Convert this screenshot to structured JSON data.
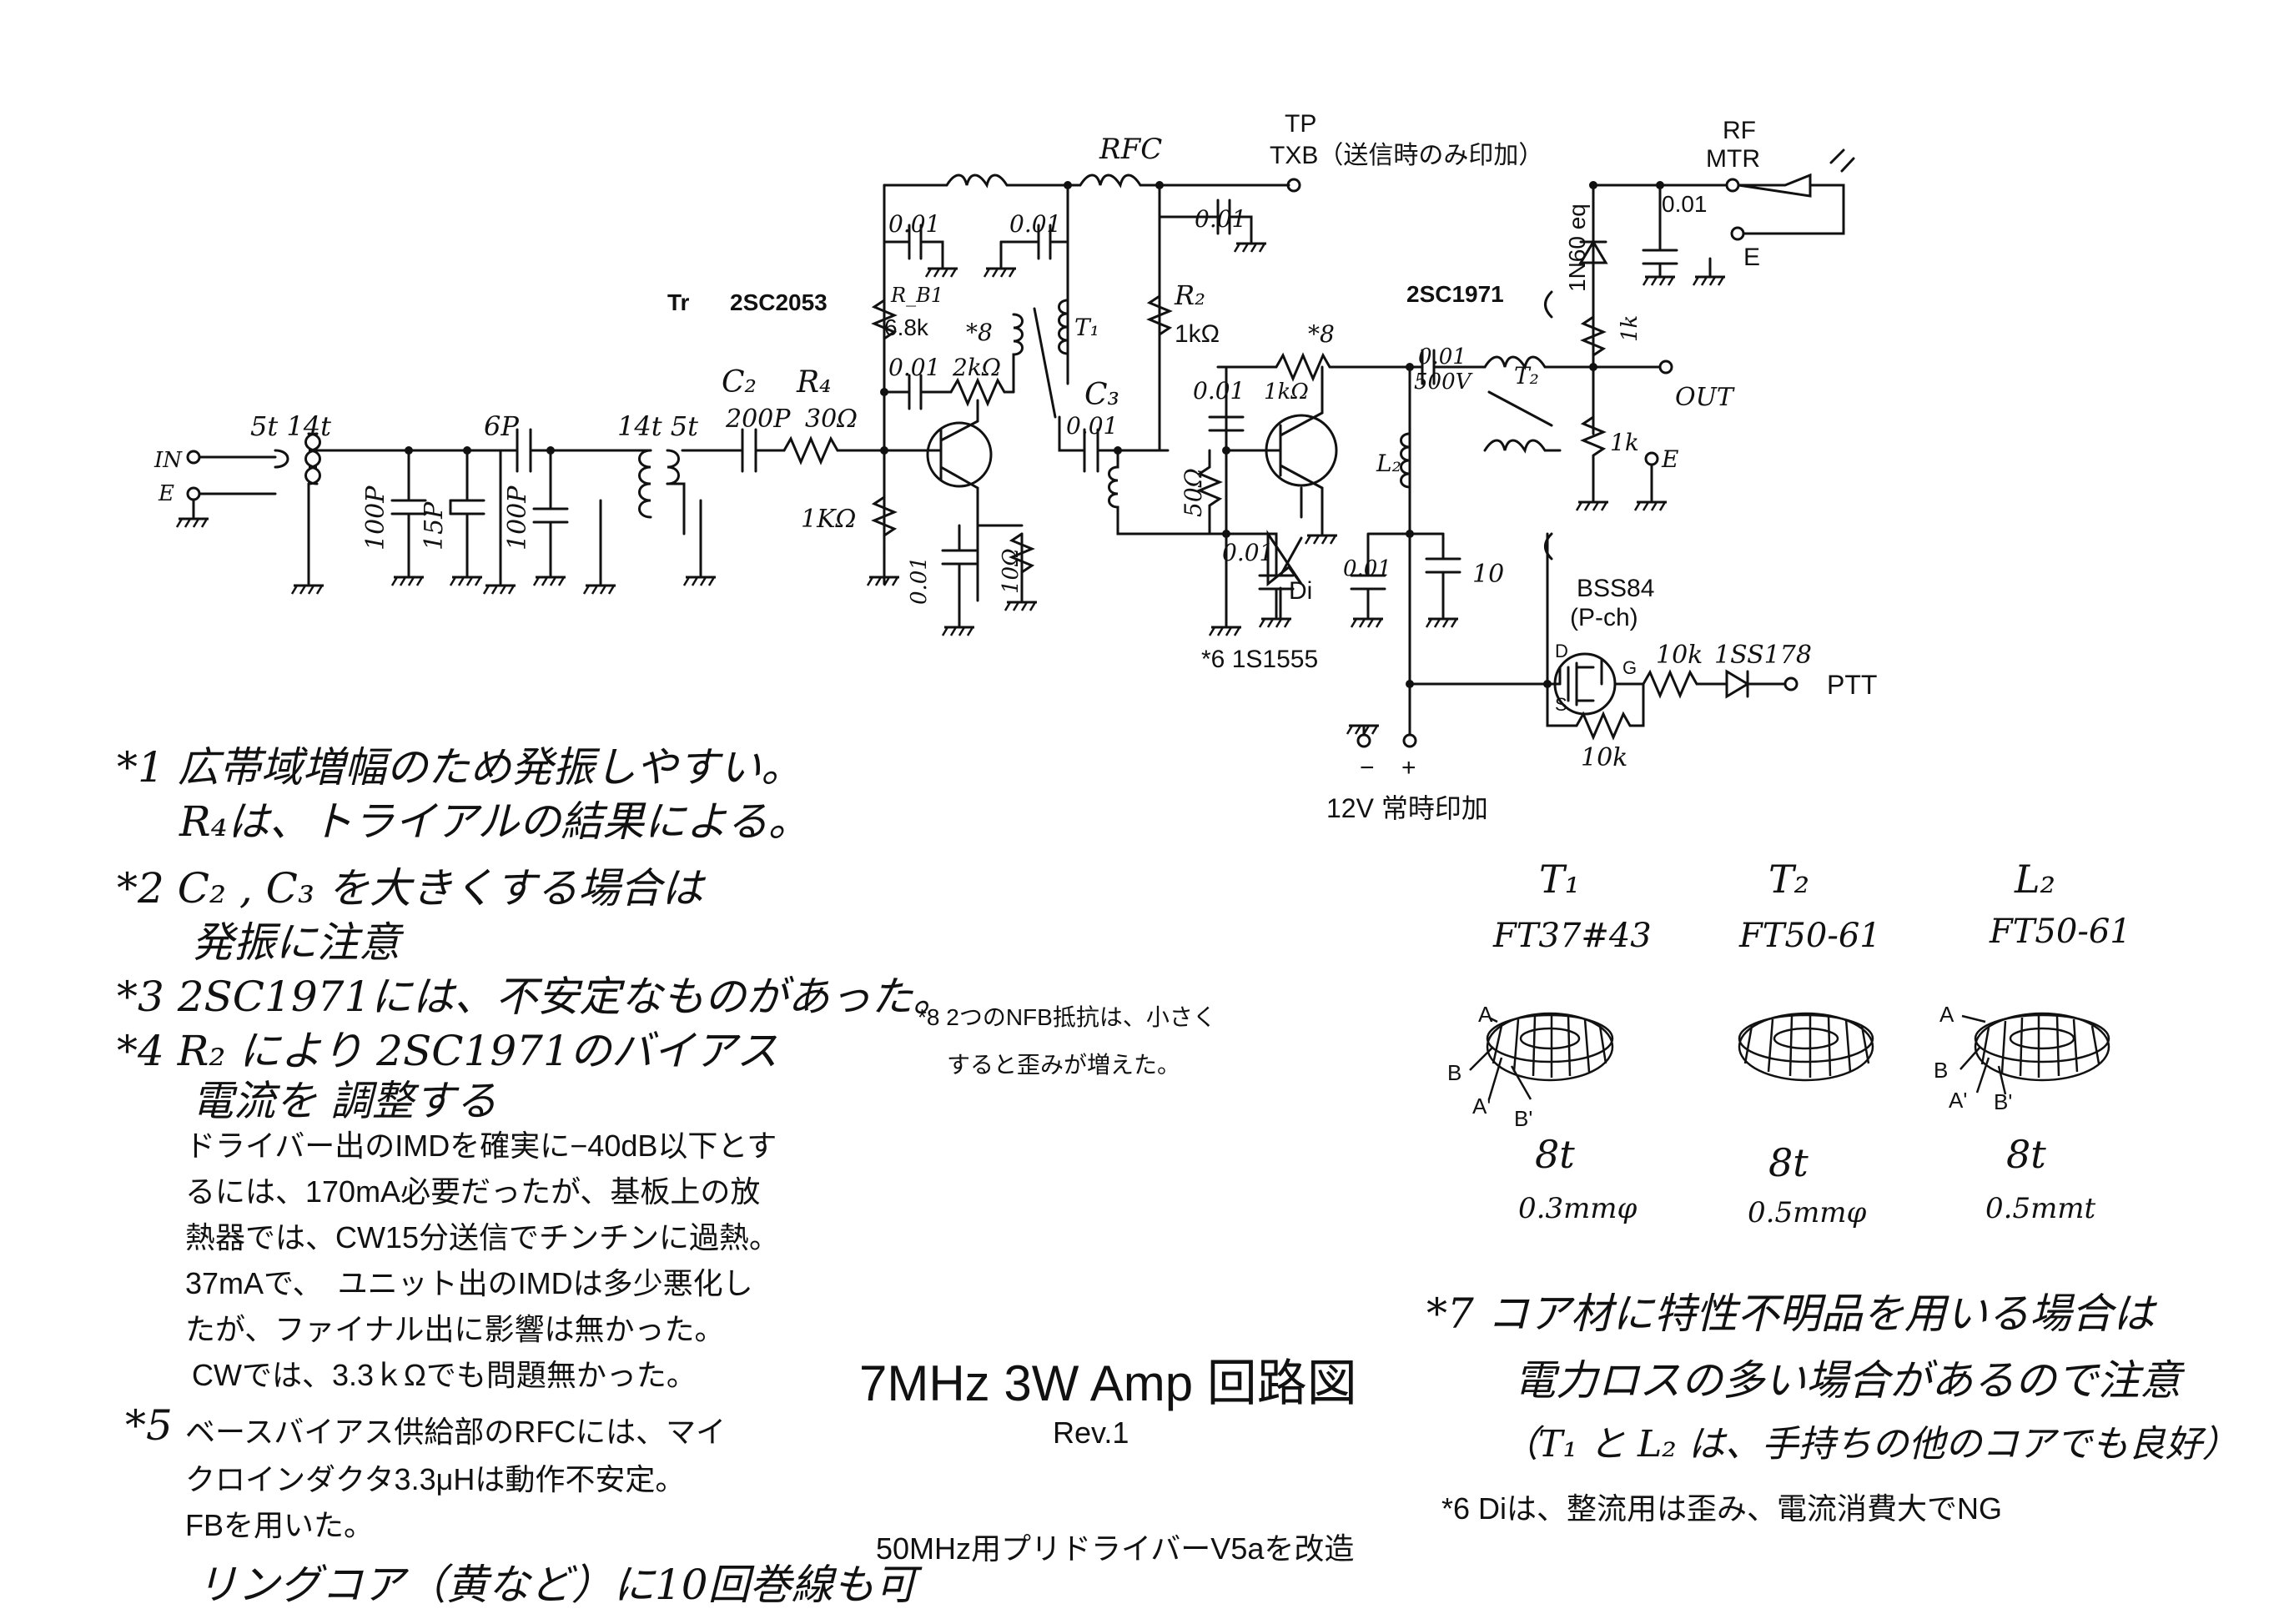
{
  "circuit": {
    "in": "IN",
    "e_in": "E",
    "turns_in": "5t 14t",
    "cap_6p": "6P",
    "cap_100p_a": "100P",
    "cap_15p": "15P",
    "cap_100p_b": "100P",
    "turns_out": "14t  5t",
    "c2": "C₂",
    "r4": "R₄",
    "c2_value": "200P",
    "r4_value": "30Ω",
    "r_1k": "1KΩ",
    "tr_label": "Tr",
    "tr1_part": "2SC2053",
    "rb1": "R_B1",
    "rb1_value": "6.8k",
    "star8_a": "*8",
    "nfb_cap_a": "0.01",
    "nfb_res_a": "2kΩ",
    "t1": "T₁",
    "c3": "C₃",
    "bypass_a": "0.01",
    "bypass_b": "0.01",
    "emit_cap": "0.01",
    "emit_res": "10Ω",
    "c3_value": "0.01",
    "rfc": "RFC",
    "tp": "TP",
    "txb": "TXB（送信時のみ印加）",
    "txb_cap": "0.01",
    "r2": "R₂",
    "r2_value": "1kΩ",
    "star8_b": "*8",
    "nfb_res_b": "1kΩ",
    "nfb_cap_b": "0.01",
    "r_50": "50Ω",
    "tr2_part": "2SC1971",
    "di_cap": "0.01",
    "di": "Di",
    "di_note": "*6  1S1555",
    "out_cap": "0.01",
    "out_cap_v": "500V",
    "t2": "T₂",
    "l2": "L₂",
    "bias_cap": "0.01",
    "elec_cap": "10",
    "out": "OUT",
    "r_out_1k": "1k",
    "e_out": "E",
    "rf": "RF",
    "mtr": "MTR",
    "e_mtr": "E",
    "mtr_cap": "0.01",
    "diode_1n60": "1N60 eq",
    "r_mtr_1k": "1k",
    "fet": "BSS84",
    "fet_type": "(P-ch)",
    "fet_d": "D",
    "fet_g": "G",
    "fet_s": "S",
    "r_10k": "10k",
    "diode_1ss178": "1SS178",
    "ptt": "PTT",
    "r_10k_b": "10k",
    "minus": "−",
    "plus": "+",
    "supply": "12V    常時印加"
  },
  "toroids": {
    "t1": {
      "name": "T₁",
      "core": "FT37#43",
      "turns": "8t",
      "wire": "0.3mmφ"
    },
    "t2": {
      "name": "T₂",
      "core": "FT50-61",
      "turns": "8t",
      "wire": "0.5mmφ"
    },
    "l2": {
      "name": "L₂",
      "core": "FT50-61",
      "turns": "8t",
      "wire": "0.5mmt"
    },
    "pin_a": "A",
    "pin_b": "B",
    "pin_a2": "A'",
    "pin_b2": "B'"
  },
  "notes": {
    "n1_a": "*1 広帯域増幅のため発振しやすい。",
    "n1_b": "R₄は、トライアルの結果による。",
    "n2_a": "*2  C₂ , C₃ を大きくする場合は",
    "n2_b": "発振に注意",
    "n3": "*3  2SC1971には、不安定なものがあった。",
    "n4_a": "*4  R₂ により 2SC1971のバイアス",
    "n4_b": "電流を 調整する",
    "n4_c": "ドライバー出のIMDを確実に−40dB以下とす",
    "n4_d": "るには、170mA必要だったが、基板上の放",
    "n4_e": "熱器では、CW15分送信でチンチンに過熱。",
    "n4_f": "37mAで、　ユニット出のIMDは多少悪化し",
    "n4_g": "たが、ファイナル出に影響は無かった。",
    "n4_h": "CWでは、3.3ｋΩでも問題無かった。",
    "n5_a": "*5",
    "n5_b": "ベースバイアス供給部のRFCには、マイ",
    "n5_c": "クロインダクタ3.3μHは動作不安定。",
    "n5_d": "FBを用いた。",
    "n5_e": "リングコア（黄など）に10回巻線も可",
    "n8_a": "*8 2つのNFB抵抗は、小さく",
    "n8_b": "すると歪みが増えた。",
    "n7_a": "*7  コア材に特性不明品を用いる場合は",
    "n7_b": "電力ロスの多い場合があるので注意",
    "n7_c": "（T₁ と L₂ は、手持ちの他のコアでも良好）",
    "n6": "*6 Diは、整流用は歪み、電流消費大でNG"
  },
  "title": {
    "main": "7MHz 3W Amp 回路図",
    "rev": "Rev.1",
    "sub": "50MHz用プリドライバーV5aを改造"
  }
}
